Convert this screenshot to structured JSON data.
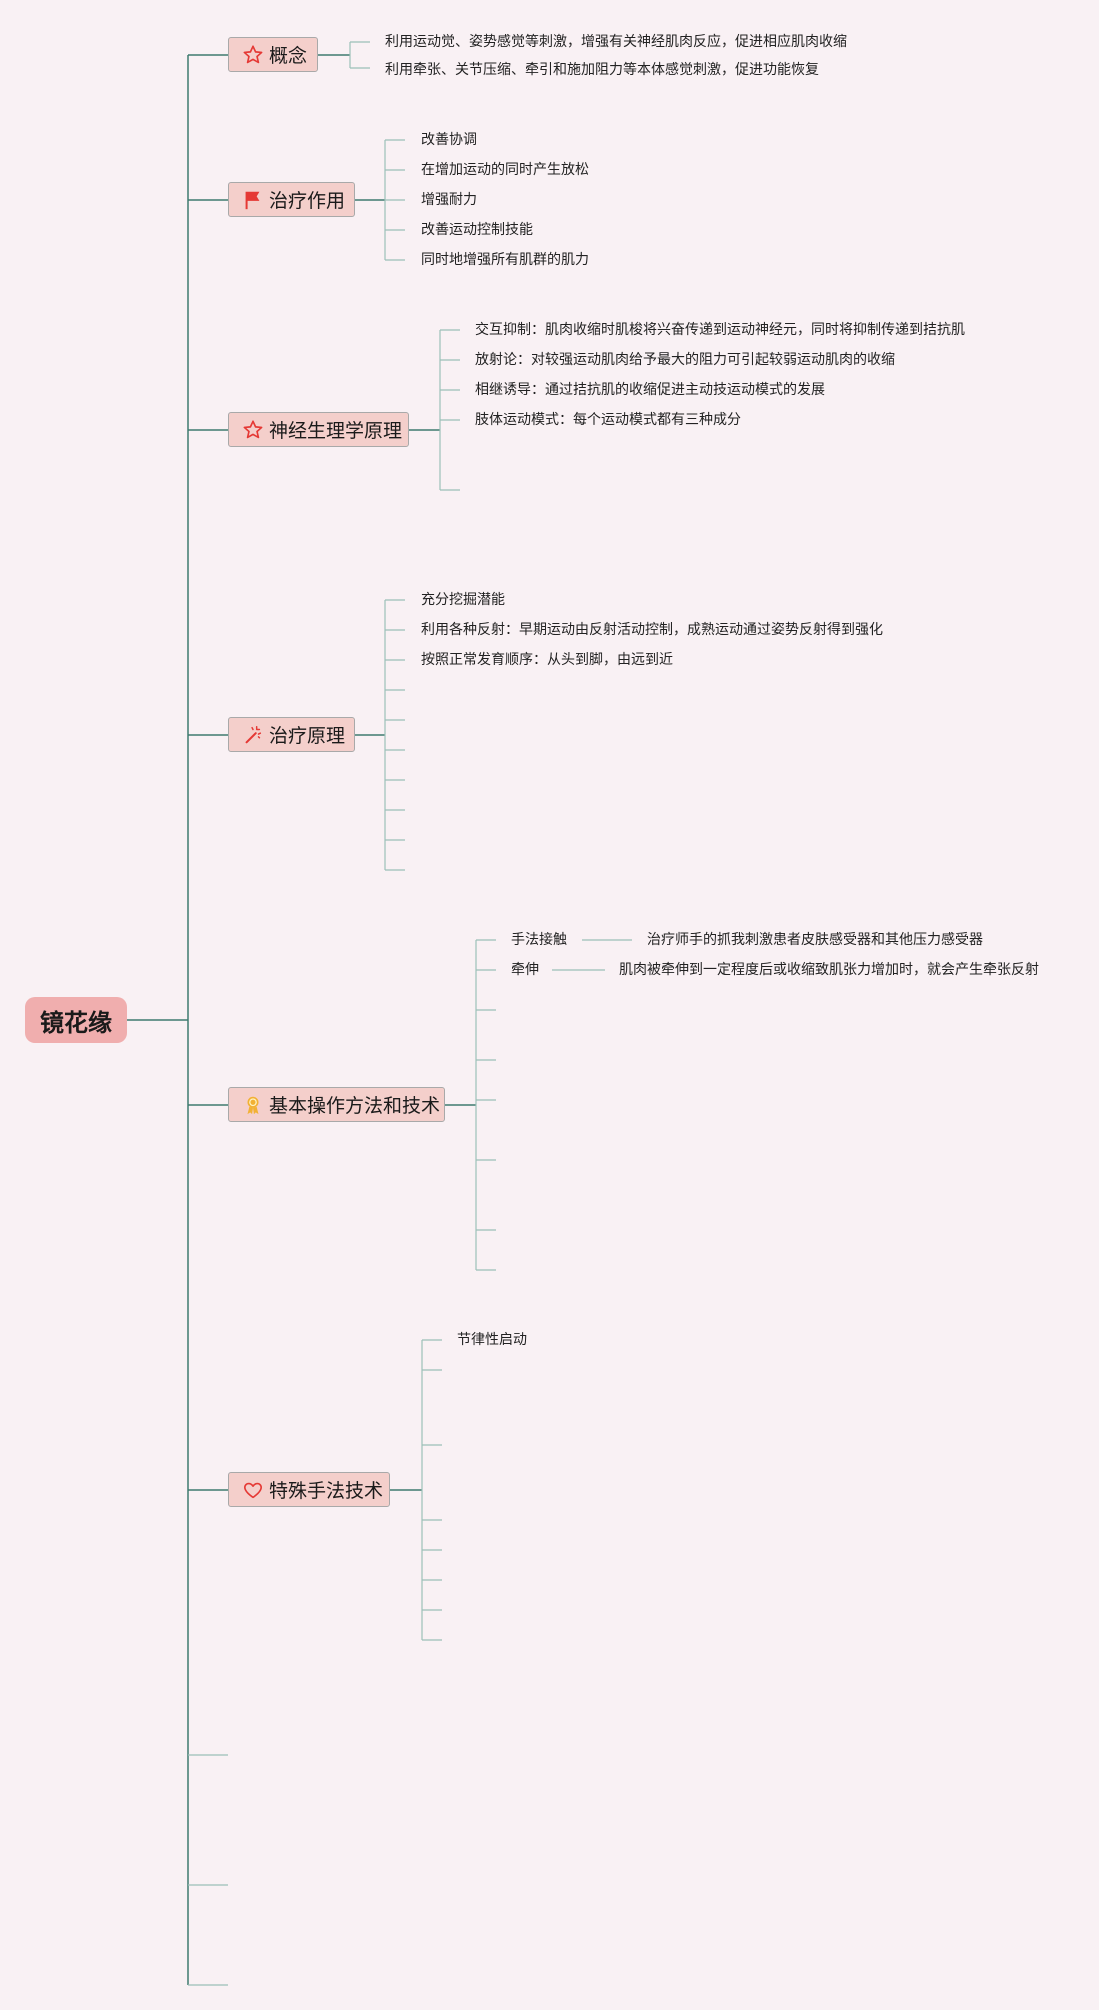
{
  "root": {
    "label": "镜花缘"
  },
  "branches": [
    {
      "label": "概念",
      "icon": "star-icon",
      "children": [
        "利用运动觉、姿势感觉等刺激，增强有关神经肌肉反应，促进相应肌肉收缩",
        "利用牵张、关节压缩、牵引和施加阻力等本体感觉刺激，促进功能恢复"
      ]
    },
    {
      "label": "治疗作用",
      "icon": "flag-icon",
      "children": [
        "改善协调",
        "在增加运动的同时产生放松",
        "增强耐力",
        "改善运动控制技能",
        "同时地增强所有肌群的肌力"
      ]
    },
    {
      "label": "神经生理学原理",
      "icon": "star-icon",
      "children": [
        "交互抑制：肌肉收缩时肌梭将兴奋传递到运动神经元，同时将抑制传递到拮抗肌",
        "放射论：对较强运动肌肉给予最大的阻力可引起较弱运动肌肉的收缩",
        "相继诱导：通过拮抗肌的收缩促进主动技运动模式的发展",
        "肢体运动模式：每个运动模式都有三种成分"
      ]
    },
    {
      "label": "治疗原理",
      "icon": "magic-wand-icon",
      "children": [
        "充分挖掘潜能",
        "利用各种反射：早期运动由反射活动控制，成熟运动通过姿势反射得到强化",
        "按照正常发育顺序：从头到脚，由远到近"
      ]
    },
    {
      "label": "基本操作方法和技术",
      "icon": "medal-icon",
      "children": [
        {
          "label": "手法接触",
          "detail": "治疗师手的抓我刺激患者皮肤感受器和其他压力感受器"
        },
        {
          "label": "牵伸",
          "detail": "肌肉被牵伸到一定程度后或收缩致肌张力增加时，就会产生牵张反射"
        }
      ]
    },
    {
      "label": "特殊手法技术",
      "icon": "heart-icon",
      "children": [
        "节律性启动"
      ]
    }
  ],
  "colors": {
    "background": "#f9f1f4",
    "root_fill": "#f0aeae",
    "branch_fill": "#f4cfcb",
    "trunk_line": "#3f7a6e",
    "leaf_line": "#9cc0b8",
    "icon_red": "#e53935",
    "icon_gold": "#f2b134"
  }
}
